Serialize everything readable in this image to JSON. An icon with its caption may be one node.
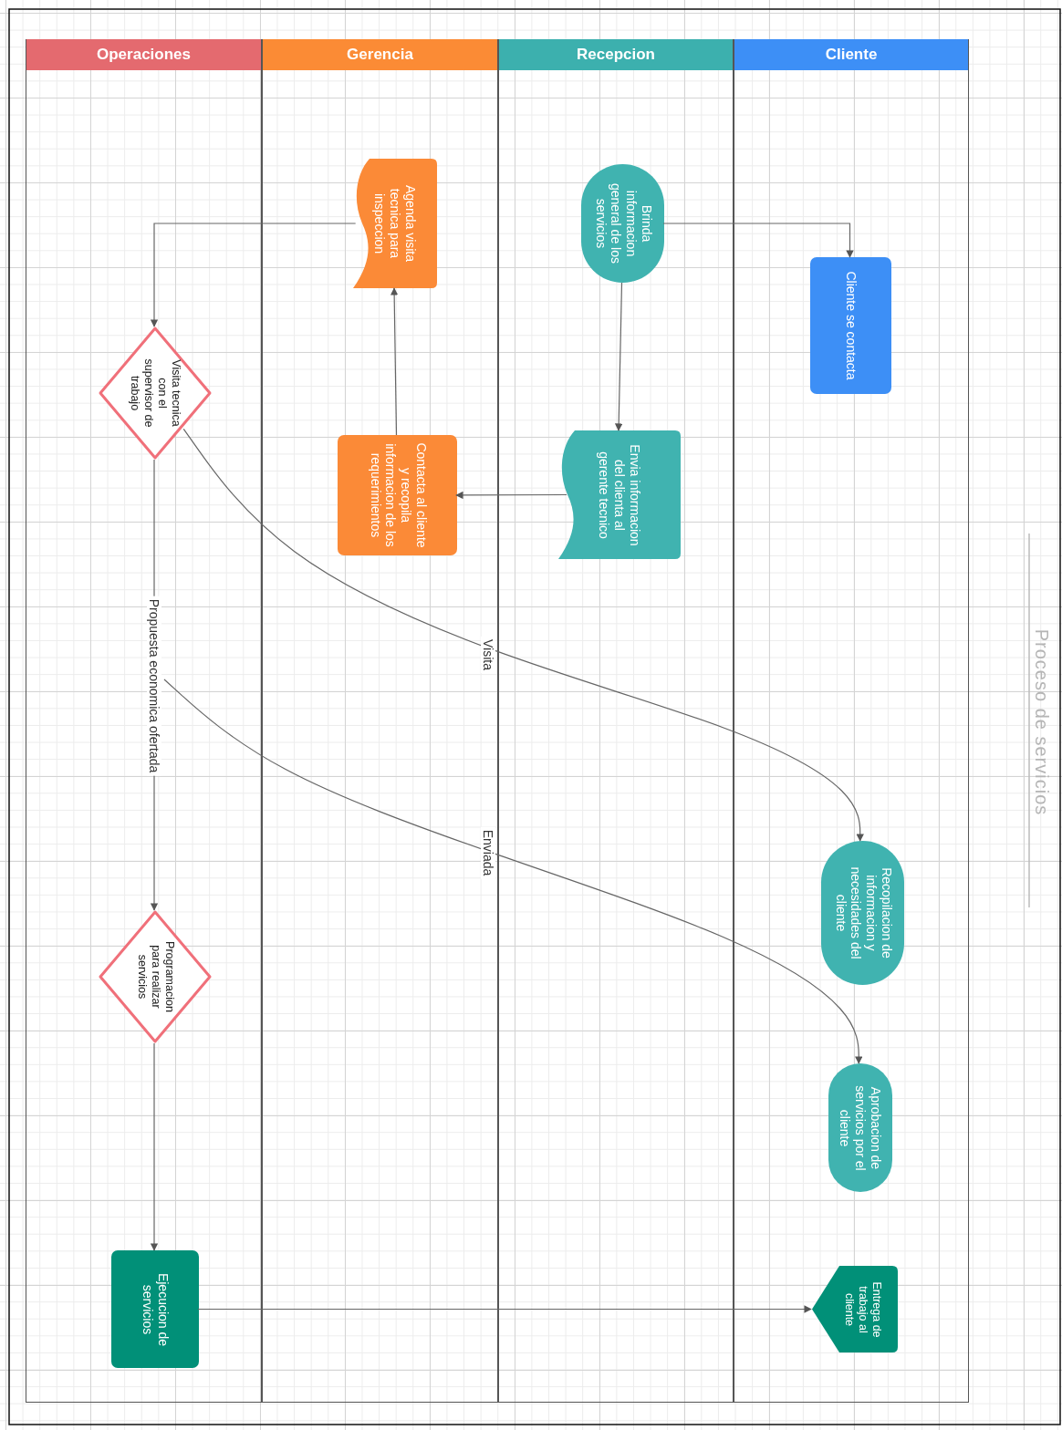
{
  "diagram": {
    "title": "Proceso de servicios",
    "nodes": [
      {
        "text": [
          "Operaciones"
        ]
      },
      {
        "text": [
          "Gerencia"
        ]
      },
      {
        "text": [
          "Recepcion"
        ]
      },
      {
        "text": [
          "Cliente"
        ]
      },
      {
        "text": [
          "Brinda informacion general de los servicios"
        ],
        "in": 2
      },
      {
        "text": [
          "Agenda visita tecnica para inspeccion"
        ],
        "in": 1
      },
      {
        "text": [
          "Cliente se contacta"
        ],
        "in": 3
      },
      {
        "text": [
          "Visita tecnica con el supervisor de trabajo"
        ],
        "in": 0
      },
      {
        "text": [
          "Contacta al cliente y recopila informacion de los requerimientos"
        ],
        "in": 1
      },
      {
        "text": [
          "Envia informacion del clienta al gerente tecnico"
        ],
        "in": 2
      },
      {
        "text": [
          "Recopilacion de informacion y necesidades del cliente"
        ],
        "in": 3
      },
      {
        "text": [
          "Programacion para realizar servicios"
        ],
        "in": 0
      },
      {
        "text": [
          "Aprobacion de servicios por el cliente"
        ],
        "in": 3
      },
      {
        "text": [
          "Ejecucion de servicios"
        ],
        "in": 0
      },
      {
        "text": [
          "Entrega de trabajo al cliente"
        ],
        "in": 3
      }
    ],
    "edges": [
      {
        "from": 4,
        "to": 6,
        "arrow": "to"
      },
      {
        "from": 4,
        "to": 9,
        "arrow": "to"
      },
      {
        "from": 9,
        "to": 8,
        "arrow": "to"
      },
      {
        "from": 8,
        "to": 5,
        "arrow": "to"
      },
      {
        "from": 5,
        "to": 7,
        "arrow": "to"
      },
      {
        "from": 7,
        "to": 10,
        "arrow": "to",
        "label": "Visita"
      },
      {
        "from": 7,
        "to": 11,
        "arrow": "to",
        "label": "Propuesta economica  ofertada"
      },
      {
        "from": null,
        "to": 12,
        "arrow": "to",
        "label": "Enviada"
      },
      {
        "from": 11,
        "to": 13,
        "arrow": "to"
      },
      {
        "from": 13,
        "to": 14,
        "arrow": "to"
      }
    ]
  }
}
